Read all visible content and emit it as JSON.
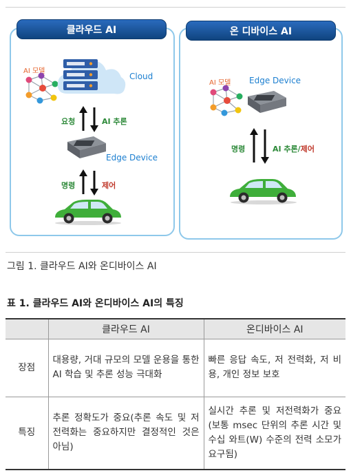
{
  "figure": {
    "cloud_panel": {
      "title": "클라우드 AI",
      "ai_model_label": "AI 모델",
      "cloud_label": "Cloud",
      "request_label": "요청",
      "inference_label": "AI 추론",
      "edge_label": "Edge Device",
      "command_label": "명령",
      "control_label": "제어"
    },
    "ondevice_panel": {
      "title": "온 디바이스 AI",
      "ai_model_label": "AI 모델",
      "edge_label": "Edge Device",
      "command_label": "명령",
      "inference_control_prefix": "AI 추론/",
      "inference_control_suffix": "제어"
    },
    "caption": "그림 1. 클라우드 AI와 온디바이스 AI"
  },
  "table": {
    "title": "표 1. 클라우드 AI와 온디바이스 AI의 특징",
    "headers": [
      "",
      "클라우드 AI",
      "온디바이스 AI"
    ],
    "rows": [
      {
        "label": "장점",
        "cloud": "대용량, 거대 규모의 모델 운용을 통한 AI 학습 및 추론 성능 극대화",
        "ondevice": "빠른 응답 속도, 저 전력화, 저 비용, 개인 정보 보호"
      },
      {
        "label": "특징",
        "cloud": "추론 정확도가 중요(추론 속도 및 저전력화는 중요하지만 결정적인 것은 아님)",
        "ondevice": "실시간 추론 및 저전력화가 중요(보통 msec 단위의 추론 시간 및 수십 와트(W) 수준의 전력 소모가 요구됨)"
      }
    ]
  },
  "colors": {
    "header_blue": "#1a5aa6",
    "panel_border": "#8ec8ea",
    "car_green": "#3fae3a",
    "label_green": "#2e8a3a",
    "label_red": "#c0392b",
    "label_orange": "#e5642d"
  }
}
